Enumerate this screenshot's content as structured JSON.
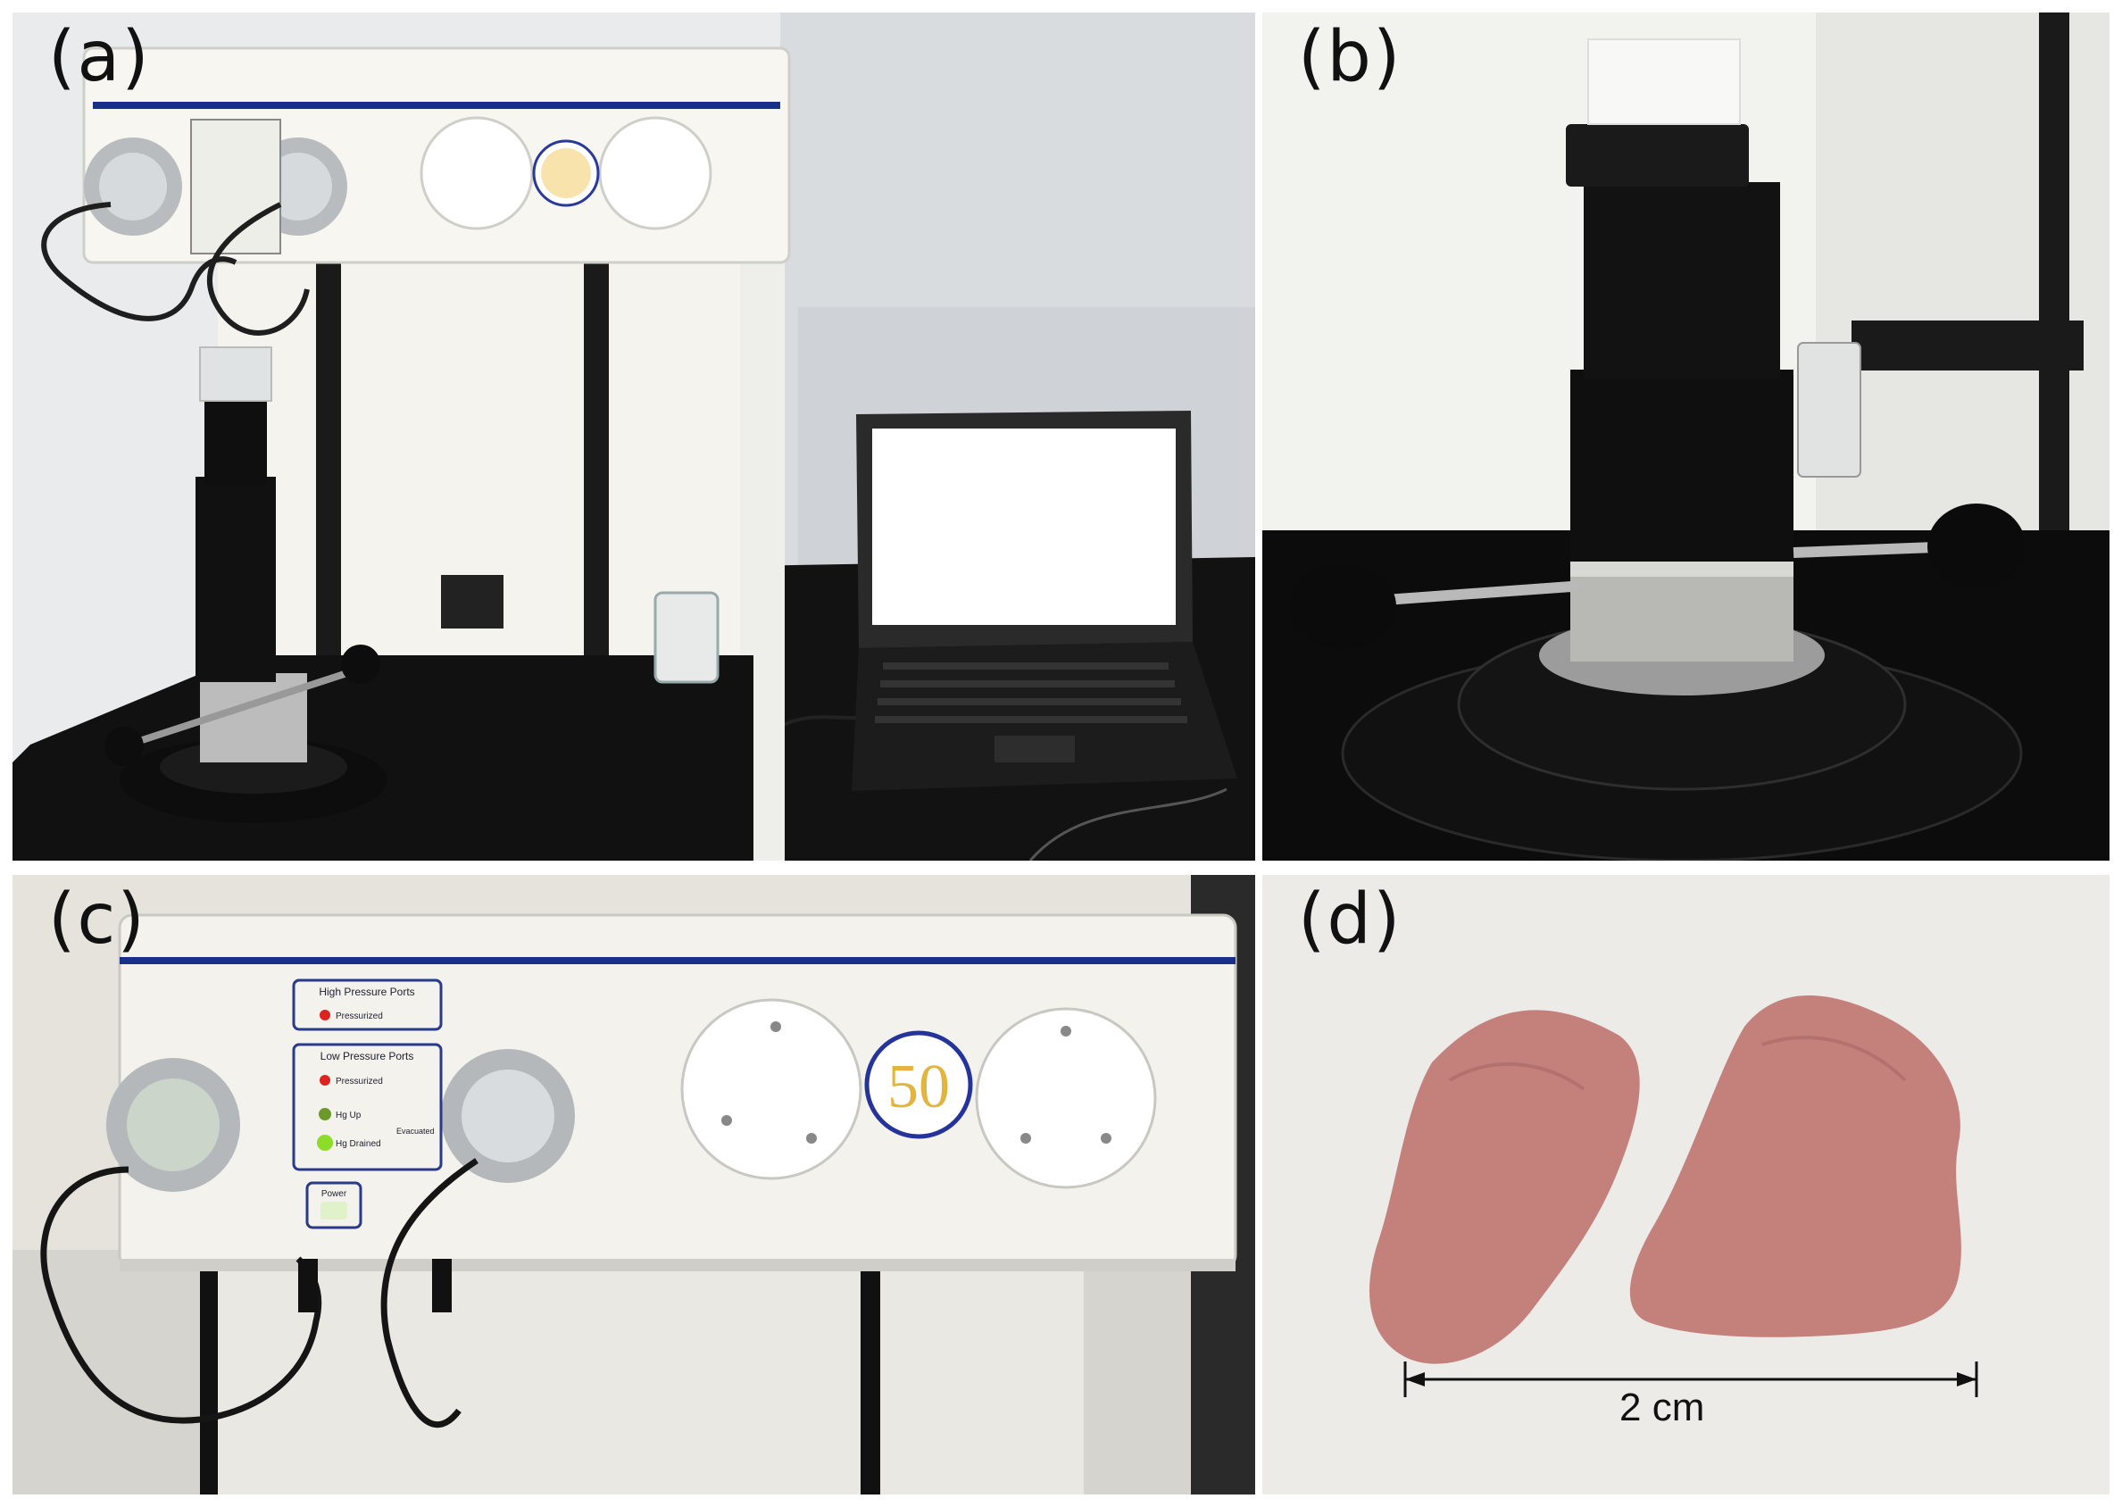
{
  "figure": {
    "panels": [
      {
        "label": "(a)",
        "content": ""
      },
      {
        "label": "(b)",
        "content": ""
      },
      {
        "label": "(c)",
        "content": "",
        "front_panel": {
          "high_pressure_title": "High Pressure Ports",
          "high_pressure_status": "Pressurized",
          "low_pressure_title": "Low Pressure Ports",
          "low_pressure_status_1": "Pressurized",
          "low_pressure_status_2": "Hg Up",
          "low_pressure_status_3": "Hg Drained",
          "low_pressure_side": "Evacuated",
          "power_label": "Power",
          "badge_text": "50"
        }
      },
      {
        "label": "(d)",
        "content": "",
        "scale_bar": "2 cm"
      }
    ]
  },
  "colors": {
    "panel_stripe": "#1a2f8a",
    "sample_color": "#c4817c",
    "indicator_red": "#d22",
    "indicator_green": "#8ddc2a"
  }
}
